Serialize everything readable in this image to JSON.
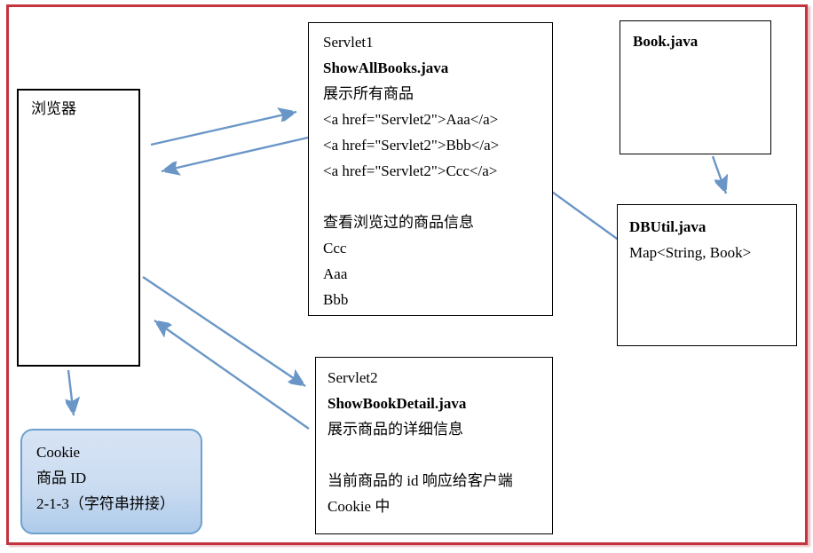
{
  "diagram_title": "servlet-cookie-flow-diagram",
  "browser": {
    "title": "浏览器"
  },
  "servlet1": {
    "name": "Servlet1",
    "file": "ShowAllBooks.java",
    "desc": "展示所有商品",
    "link_aaa": "<a href=\"Servlet2\">Aaa</a>",
    "link_bbb": "<a href=\"Servlet2\">Bbb</a>",
    "link_ccc": "<a href=\"Servlet2\">Ccc</a>",
    "history_title": "查看浏览过的商品信息",
    "history_1": "Ccc",
    "history_2": "Aaa",
    "history_3": "Bbb"
  },
  "book": {
    "file": "Book.java"
  },
  "dbutil": {
    "file": "DBUtil.java",
    "map_type": "Map<String, Book>"
  },
  "servlet2": {
    "name": "Servlet2",
    "file": "ShowBookDetail.java",
    "desc": "展示商品的详细信息",
    "note_line1": "当前商品的 id 响应给客户端",
    "note_line2": "Cookie 中"
  },
  "cookie": {
    "title": "Cookie",
    "line1": "商品 ID",
    "line2": "2-1-3（字符串拼接）"
  },
  "colors": {
    "frame": "#C43440",
    "arrow": "#6A96C7",
    "box_border": "#000000",
    "cookie_border": "#6FA0CE",
    "cookie_fill_top": "#D7E4F4",
    "cookie_fill_bottom": "#AECBEA"
  }
}
